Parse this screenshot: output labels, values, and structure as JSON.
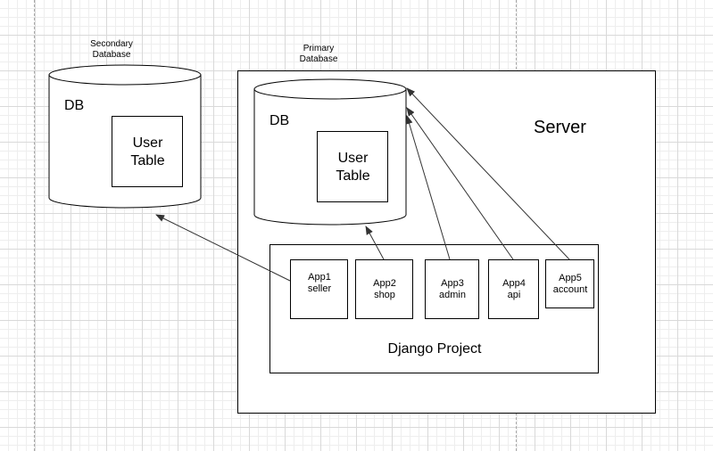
{
  "diagram": {
    "secondary_db": {
      "caption": "Secondary\nDatabase",
      "db_label": "DB",
      "table_label": "User\nTable"
    },
    "primary_db": {
      "caption": "Primary\nDatabase",
      "db_label": "DB",
      "table_label": "User\nTable"
    },
    "server": {
      "label": "Server"
    },
    "django_project": {
      "label": "Django Project",
      "apps": [
        {
          "name": "App1\nseller",
          "target": "secondary"
        },
        {
          "name": "App2\nshop",
          "target": "primary"
        },
        {
          "name": "App3\nadmin",
          "target": "primary"
        },
        {
          "name": "App4\napi",
          "target": "primary"
        },
        {
          "name": "App5\naccount",
          "target": "primary"
        }
      ]
    },
    "colors": {
      "stroke": "#000000",
      "arrow": "#333333",
      "fill": "#ffffff",
      "grid": "#d9d9d9",
      "guide": "#a8a8a8"
    }
  }
}
